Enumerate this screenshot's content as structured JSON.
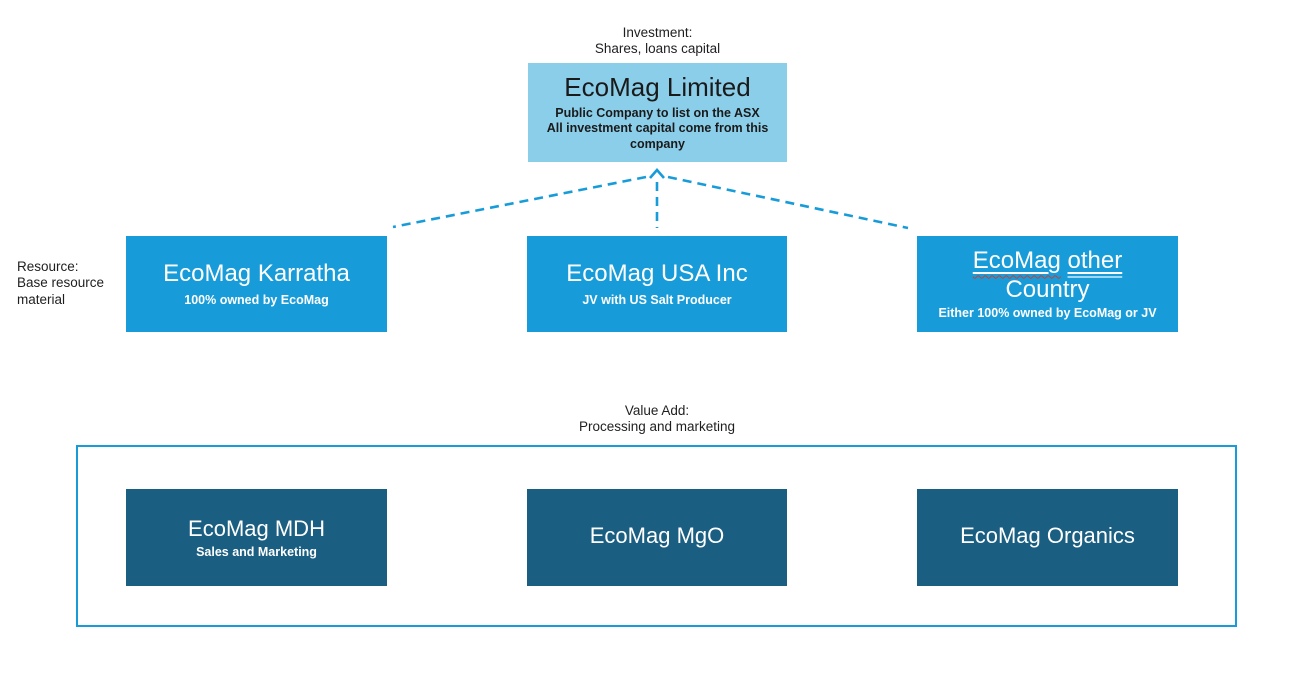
{
  "colors": {
    "parent_box_fill": "#8BCEEA",
    "mid_box_fill": "#189CD9",
    "dark_box_fill": "#1A5E82",
    "container_border": "#189CD9",
    "connector": "#189CD9",
    "spellcheck_red": "#cf3a2c",
    "link_underline_blue": "#9ed7f2",
    "label_text": "#1f1f1f",
    "box_text_light": "#ffffff",
    "box_text_dark": "#1a1a1a"
  },
  "labels": {
    "investment": {
      "line1": "Investment:",
      "line2": "Shares, loans capital"
    },
    "resource": {
      "line1": "Resource:",
      "line2": "Base resource",
      "line3": "material"
    },
    "value_add": {
      "line1": "Value Add:",
      "line2": "Processing and marketing"
    }
  },
  "boxes": {
    "parent": {
      "title": "EcoMag Limited",
      "subtitle1": "Public Company to list on the ASX",
      "subtitle2": "All investment capital come from this company"
    },
    "karratha": {
      "title": "EcoMag Karratha",
      "subtitle": "100% owned by EcoMag"
    },
    "usa": {
      "title": "EcoMag USA Inc",
      "subtitle": "JV with US Salt Producer"
    },
    "other": {
      "title_word1": "EcoMag",
      "title_word2": "other",
      "title_line2": "Country",
      "subtitle": "Either 100% owned by EcoMag or JV"
    },
    "mdh": {
      "title": "EcoMag MDH",
      "subtitle": "Sales and Marketing"
    },
    "mgo": {
      "title": "EcoMag MgO"
    },
    "organics": {
      "title": "EcoMag Organics"
    }
  }
}
